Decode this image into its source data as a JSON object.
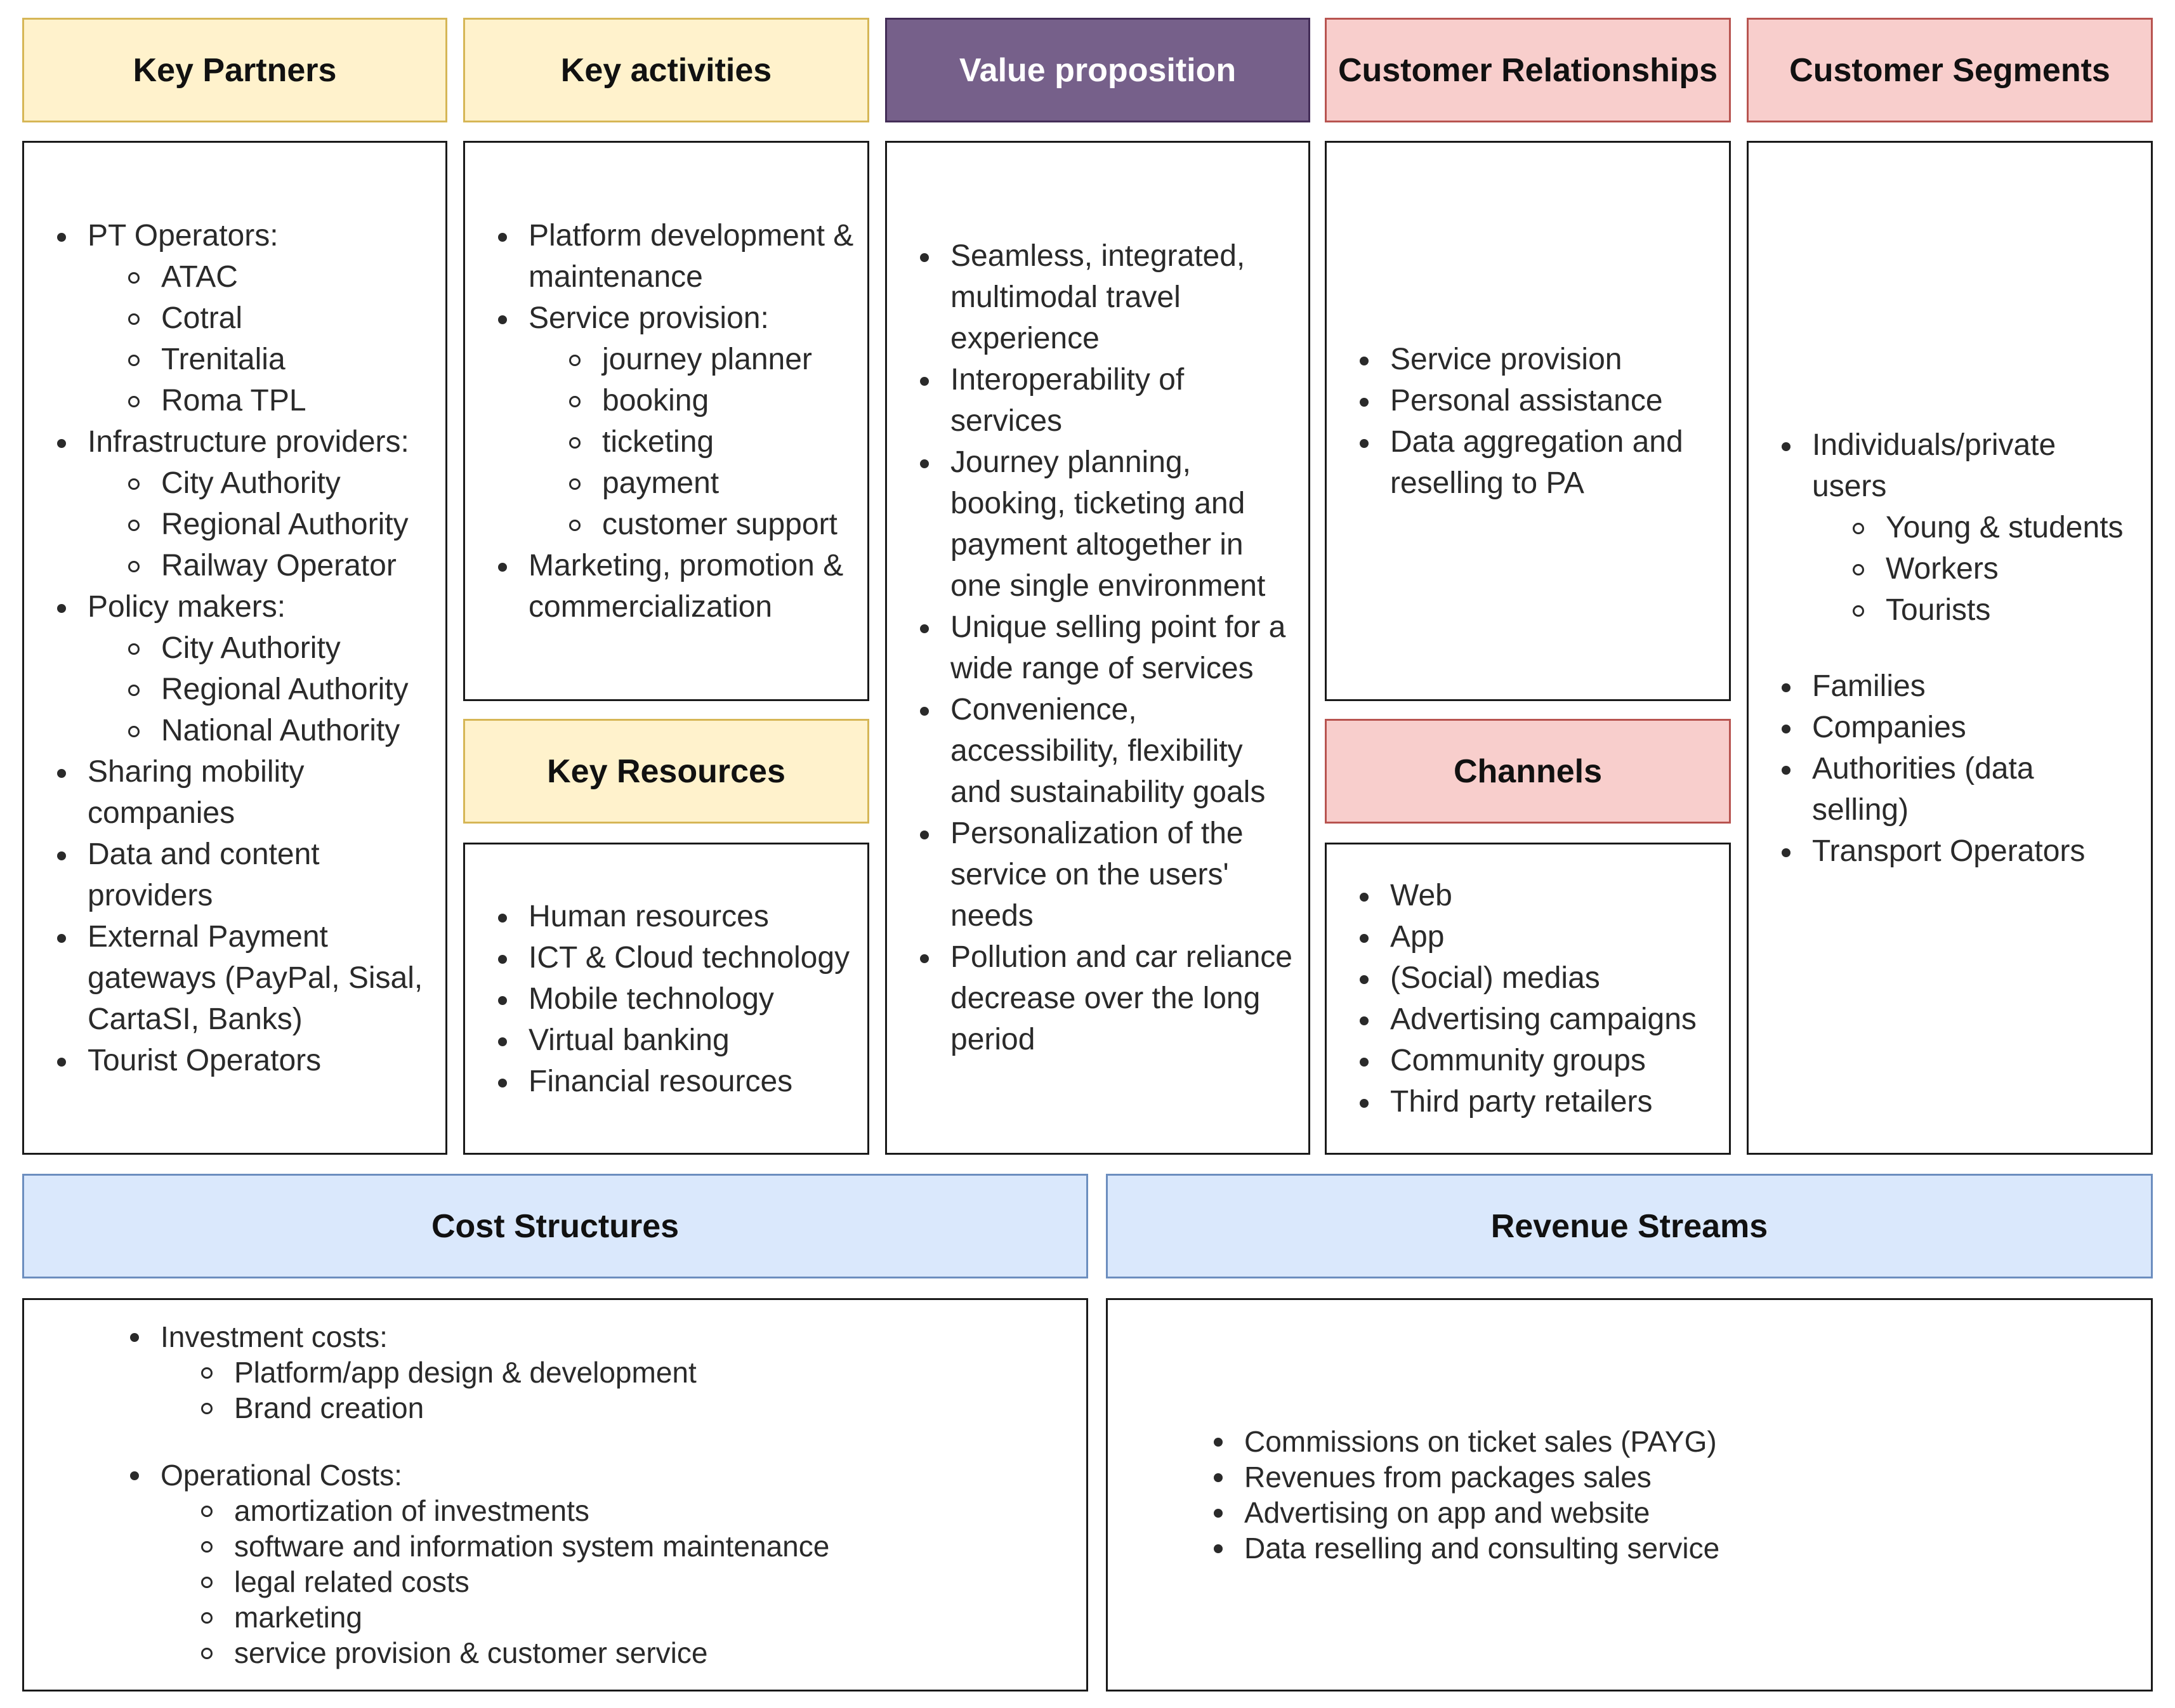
{
  "headers": {
    "key_partners": "Key Partners",
    "key_activities": "Key activities",
    "value_proposition": "Value proposition",
    "customer_relationships": "Customer Relationships",
    "customer_segments": "Customer Segments",
    "key_resources": "Key Resources",
    "channels": "Channels",
    "cost_structures": "Cost Structures",
    "revenue_streams": "Revenue Streams"
  },
  "key_partners": [
    {
      "text": "PT Operators:",
      "sub": [
        "ATAC",
        "Cotral",
        "Trenitalia",
        "Roma TPL"
      ]
    },
    {
      "text": "Infrastructure providers:",
      "sub": [
        "City Authority",
        "Regional Authority",
        "Railway Operator"
      ]
    },
    {
      "text": "Policy makers:",
      "sub": [
        "City Authority",
        "Regional Authority",
        "National Authority"
      ]
    },
    {
      "text": "Sharing mobility companies",
      "sub": []
    },
    {
      "text": "Data and content providers",
      "sub": []
    },
    {
      "text": "External Payment gateways (PayPal, Sisal, CartaSI, Banks)",
      "sub": []
    },
    {
      "text": "Tourist Operators",
      "sub": []
    }
  ],
  "key_activities": [
    {
      "text": "Platform development & maintenance",
      "sub": []
    },
    {
      "text": "Service provision:",
      "sub": [
        "journey planner",
        "booking",
        "ticketing",
        "payment",
        "customer support"
      ]
    },
    {
      "text": "Marketing, promotion & commercialization",
      "sub": []
    }
  ],
  "key_resources": [
    {
      "text": "Human resources",
      "sub": []
    },
    {
      "text": "ICT & Cloud technology",
      "sub": []
    },
    {
      "text": "Mobile technology",
      "sub": []
    },
    {
      "text": "Virtual banking",
      "sub": []
    },
    {
      "text": "Financial resources",
      "sub": []
    }
  ],
  "value_proposition": [
    {
      "text": "Seamless, integrated, multimodal travel experience",
      "sub": []
    },
    {
      "text": "Interoperability of services",
      "sub": []
    },
    {
      "text": "Journey planning, booking, ticketing and payment altogether in one single environment",
      "sub": []
    },
    {
      "text": "Unique selling point for a wide range of services",
      "sub": []
    },
    {
      "text": "Convenience, accessibility, flexibility and sustainability goals",
      "sub": []
    },
    {
      "text": "Personalization of the service on the users' needs",
      "sub": []
    },
    {
      "text": "Pollution and car reliance decrease over the long period",
      "sub": []
    }
  ],
  "customer_relationships": [
    {
      "text": "Service provision",
      "sub": []
    },
    {
      "text": "Personal assistance",
      "sub": []
    },
    {
      "text": "Data aggregation and reselling to PA",
      "sub": []
    }
  ],
  "channels": [
    {
      "text": "Web",
      "sub": []
    },
    {
      "text": "App",
      "sub": []
    },
    {
      "text": "(Social) medias",
      "sub": []
    },
    {
      "text": "Advertising campaigns",
      "sub": []
    },
    {
      "text": "Community groups",
      "sub": []
    },
    {
      "text": "Third party retailers",
      "sub": []
    }
  ],
  "customer_segments": [
    {
      "text": "Individuals/private users",
      "sub": [
        "Young & students",
        "Workers",
        "Tourists"
      ]
    },
    {
      "text": "Families",
      "sub": [],
      "gap": true
    },
    {
      "text": "Companies",
      "sub": []
    },
    {
      "text": "Authorities (data selling)",
      "sub": []
    },
    {
      "text": "Transport Operators",
      "sub": []
    }
  ],
  "cost_structures": [
    {
      "text": "Investment costs:",
      "sub": [
        "Platform/app design & development",
        "Brand creation"
      ]
    },
    {
      "text": "Operational Costs:",
      "sub": [
        "amortization of investments",
        "software and information system maintenance",
        "legal related costs",
        "marketing",
        "service provision & customer service"
      ],
      "gap": true
    }
  ],
  "revenue_streams": [
    {
      "text": "Commissions on ticket sales (PAYG)",
      "sub": []
    },
    {
      "text": "Revenues from packages sales",
      "sub": []
    },
    {
      "text": "Advertising on app and website",
      "sub": []
    },
    {
      "text": "Data reselling and consulting service",
      "sub": []
    }
  ]
}
